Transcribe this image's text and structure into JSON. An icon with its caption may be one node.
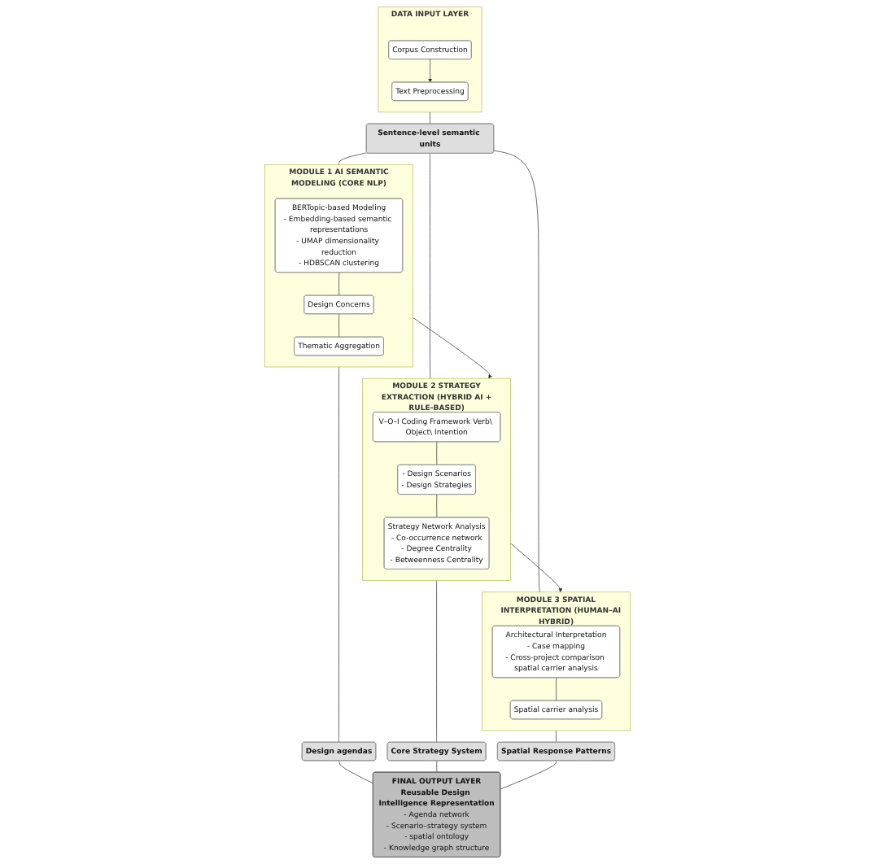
{
  "diagram": {
    "nodes": [
      {
        "text": [
          "DATA INPUT LAYER"
        ]
      },
      {
        "text": [
          "Corpus Construction"
        ],
        "in": 0
      },
      {
        "text": [
          "Text Preprocessing"
        ],
        "in": 0
      },
      {
        "text": [
          "Sentence-level semantic units"
        ]
      },
      {
        "text": [
          "MODULE 1 AI SEMANTIC MODELING (CORE NLP)"
        ]
      },
      {
        "text": [
          "BERTopic-based Modeling - Embedding-based semantic representations - UMAP dimensionality reduction - HDBSCAN clustering"
        ],
        "in": 4
      },
      {
        "text": [
          "Design Concerns"
        ],
        "in": 4
      },
      {
        "text": [
          "Thematic Aggregation"
        ],
        "in": 4
      },
      {
        "text": [
          "MODULE 2 STRATEGY EXTRACTION (HYBRID AI + RULE-BASED)"
        ]
      },
      {
        "text": [
          "V–O–I Coding Framework Verb\\ Object\\ Intention"
        ],
        "in": 8
      },
      {
        "text": [
          "- Design Scenarios - Design Strategies"
        ],
        "in": 8
      },
      {
        "text": [
          "Strategy Network Analysis - Co-occurrence network - Degree Centrality - Betweenness Centrality"
        ],
        "in": 8
      },
      {
        "text": [
          "MODULE 3 SPATIAL INTERPRETATION (HUMAN–AI HYBRID)"
        ]
      },
      {
        "text": [
          "Architectural Interpretation - Case mapping - Cross-project comparison spatial carrier analysis"
        ],
        "in": 12
      },
      {
        "text": [
          "Spatial carrier analysis"
        ],
        "in": 12
      },
      {
        "text": [
          "Design agendas"
        ]
      },
      {
        "text": [
          "Core Strategy System"
        ]
      },
      {
        "text": [
          "Spatial Response Patterns"
        ]
      },
      {
        "text": [
          "FINAL OUTPUT LAYER",
          "Reusable Design Intelligence Representation",
          "- Agenda network - Scenario–strategy system - spatial ontology - Knowledge graph structure"
        ]
      }
    ],
    "edges": [
      {
        "from": 1,
        "to": 2,
        "arrow": "to"
      },
      {
        "from": 0,
        "to": 3,
        "arrow": "none"
      },
      {
        "from": 3,
        "to": 4,
        "arrow": "none"
      },
      {
        "from": 3,
        "to": 8,
        "arrow": "none"
      },
      {
        "from": 3,
        "to": 12,
        "arrow": "none"
      },
      {
        "from": 5,
        "to": 6,
        "arrow": "none"
      },
      {
        "from": 6,
        "to": 7,
        "arrow": "none"
      },
      {
        "from": 9,
        "to": 10,
        "arrow": "none"
      },
      {
        "from": 10,
        "to": 11,
        "arrow": "none"
      },
      {
        "from": 13,
        "to": 14,
        "arrow": "none"
      },
      {
        "from": 4,
        "to": 8,
        "arrow": "to"
      },
      {
        "from": 8,
        "to": 12,
        "arrow": "to"
      },
      {
        "from": 4,
        "to": 15,
        "arrow": "none"
      },
      {
        "from": 8,
        "to": 16,
        "arrow": "none"
      },
      {
        "from": 12,
        "to": 17,
        "arrow": "none"
      },
      {
        "from": 15,
        "to": 18,
        "arrow": "none"
      },
      {
        "from": 16,
        "to": 18,
        "arrow": "none"
      },
      {
        "from": 17,
        "to": 18,
        "arrow": "none"
      }
    ]
  }
}
